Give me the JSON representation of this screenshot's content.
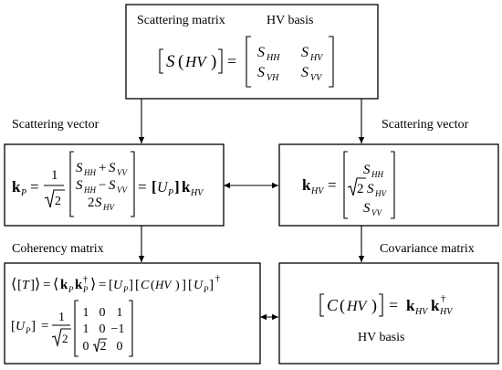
{
  "boxes": {
    "top": {
      "title": "Scattering matrix",
      "subtitle": "HV basis",
      "lhs_sym": "S",
      "lhs_arg": "HV",
      "m11": "S",
      "m11_sub": "HH",
      "m12": "S",
      "m12_sub": "HV",
      "m21": "S",
      "m21_sub": "VH",
      "m22": "S",
      "m22_sub": "VV"
    },
    "mid_left": {
      "k": "k",
      "k_sub": "P",
      "frac_num": "1",
      "frac_den": "2",
      "r1a": "S",
      "r1a_sub": "HH",
      "r1_op": "+",
      "r1b": "S",
      "r1b_sub": "VV",
      "r2a": "S",
      "r2a_sub": "HH",
      "r2_op": "−",
      "r2b": "S",
      "r2b_sub": "VV",
      "r3_coef": "2",
      "r3": "S",
      "r3_sub": "HV",
      "U": "U",
      "U_sub": "P",
      "k2": "k",
      "k2_sub": "HV"
    },
    "mid_right": {
      "k": "k",
      "k_sub": "HV",
      "r1": "S",
      "r1_sub": "HH",
      "r2_coef": "2",
      "r2": "S",
      "r2_sub": "HV",
      "r3": "S",
      "r3_sub": "VV"
    },
    "bottom_left": {
      "T": "T",
      "k": "k",
      "k_sub": "P",
      "dagger": "†",
      "U": "U",
      "U_sub": "P",
      "C": "C",
      "C_arg": "HV",
      "frac_num": "1",
      "frac_den": "2",
      "matrix": [
        [
          "1",
          "0",
          "1"
        ],
        [
          "1",
          "0",
          "−1"
        ],
        [
          "0",
          "2",
          "0"
        ]
      ]
    },
    "bottom_right": {
      "C": "C",
      "C_arg": "HV",
      "k": "k",
      "k_sub": "HV",
      "dagger": "†",
      "caption": "HV basis"
    }
  },
  "labels": {
    "scattering_vector_left": "Scattering vector",
    "scattering_vector_right": "Scattering vector",
    "coherency_matrix": "Coherency matrix",
    "covariance_matrix": "Covariance matrix"
  }
}
